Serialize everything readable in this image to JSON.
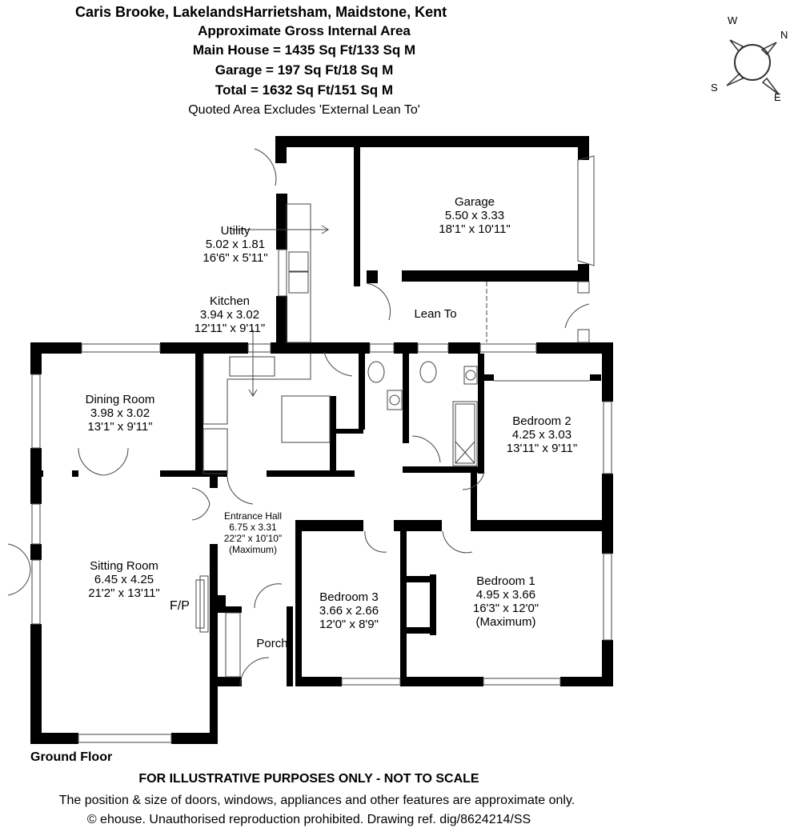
{
  "header": {
    "title": "Caris Brooke, LakelandsHarrietsham, Maidstone, Kent",
    "subtitle": "Approximate Gross Internal Area",
    "main_house": "Main House = 1435 Sq Ft/133 Sq M",
    "garage": "Garage = 197 Sq Ft/18 Sq M",
    "total": "Total = 1632 Sq Ft/151 Sq M",
    "note": "Quoted Area Excludes 'External Lean To'"
  },
  "compass": {
    "n": "N",
    "e": "E",
    "s": "S",
    "w": "W"
  },
  "rooms": {
    "utility": {
      "name": "Utility",
      "metric": "5.02 x 1.81",
      "imperial": "16'6\" x 5'11\""
    },
    "garage": {
      "name": "Garage",
      "metric": "5.50 x 3.33",
      "imperial": "18'1\" x 10'11\""
    },
    "kitchen": {
      "name": "Kitchen",
      "metric": "3.94 x 3.02",
      "imperial": "12'11\" x 9'11\""
    },
    "lean_to": {
      "name": "Lean To"
    },
    "dining": {
      "name": "Dining Room",
      "metric": "3.98 x 3.02",
      "imperial": "13'1\" x 9'11\""
    },
    "bedroom2": {
      "name": "Bedroom 2",
      "metric": "4.25 x 3.03",
      "imperial": "13'11\" x 9'11\""
    },
    "entrance": {
      "name": "Entrance Hall",
      "metric": "6.75 x 3.31",
      "imperial": "22'2\" x 10'10\"",
      "note": "(Maximum)"
    },
    "sitting": {
      "name": "Sitting Room",
      "metric": "6.45 x 4.25",
      "imperial": "21'2\" x 13'11\""
    },
    "bedroom1": {
      "name": "Bedroom 1",
      "metric": "4.95 x 3.66",
      "imperial": "16'3\" x 12'0\"",
      "note": "(Maximum)"
    },
    "bedroom3": {
      "name": "Bedroom 3",
      "metric": "3.66 x 2.66",
      "imperial": "12'0\" x 8'9\""
    },
    "porch": {
      "name": "Porch"
    }
  },
  "fireplace_label": "F/P",
  "floor_label": "Ground Floor",
  "footer": {
    "disclaimer": "FOR ILLUSTRATIVE PURPOSES ONLY - NOT TO SCALE",
    "accuracy": "The position & size of doors, windows, appliances and other features are approximate only.",
    "copyright": "© ehouse. Unauthorised reproduction prohibited. Drawing ref. dig/8624214/SS"
  },
  "colors": {
    "wall": "#000000",
    "background": "#ffffff",
    "line": "#444444"
  }
}
